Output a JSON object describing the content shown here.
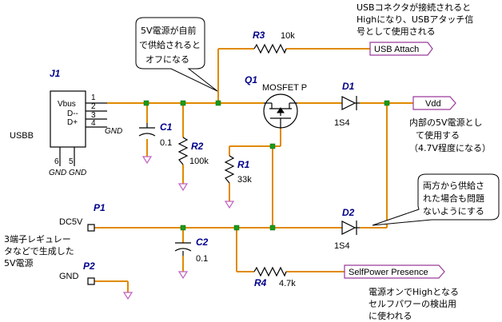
{
  "components": {
    "j1": {
      "ref": "J1",
      "value": "USBB",
      "pins": {
        "vbus": "Vbus",
        "dm": "D--",
        "dp": "D+",
        "n1": "1",
        "n2": "2",
        "n3": "3",
        "n4": "4",
        "n5": "5",
        "n6": "6"
      },
      "gnd_label": "GND"
    },
    "c1": {
      "ref": "C1",
      "value": "0.1"
    },
    "r2": {
      "ref": "R2",
      "value": "100k"
    },
    "r3": {
      "ref": "R3",
      "value": "10k"
    },
    "q1": {
      "ref": "Q1",
      "value": "MOSFET P"
    },
    "r1": {
      "ref": "R1",
      "value": "33k"
    },
    "d1": {
      "ref": "D1",
      "value": "1S4"
    },
    "d2": {
      "ref": "D2",
      "value": "1S4"
    },
    "p1": {
      "ref": "P1",
      "value": "DC5V"
    },
    "p2": {
      "ref": "P2",
      "value": "GND"
    },
    "c2": {
      "ref": "C2",
      "value": "0.1"
    },
    "r4": {
      "ref": "R4",
      "value": "4.7k"
    }
  },
  "nets": {
    "usb_attach": "USB Attach",
    "vdd": "Vdd",
    "self_power": "SelfPower Presence"
  },
  "notes": {
    "top_right": [
      "USBコネクタが接続されると",
      "Highになり、USBアタッチ信",
      "号として使用される"
    ],
    "bubble1": [
      "5V電源が自前",
      "で供給されると",
      "オフになる"
    ],
    "vdd_note": [
      "内部の5V電源とし",
      "て使用する",
      "（4.7V程度になる）"
    ],
    "bubble2": [
      "両方から供給さ",
      "れた場合も問題",
      "ないようにする"
    ],
    "regulator": [
      "3端子レギュレー",
      "タなどで生成した",
      "5V電源"
    ],
    "bottom": [
      "電源オンでHighとなる",
      "セルフパワーの検出用",
      "に使われる"
    ]
  },
  "colors": {
    "wire": "#e08a00",
    "ref": "#00008b",
    "junction": "#1a9a1a",
    "ground": "#c060c0",
    "flag_border": "#9a3a9a"
  }
}
